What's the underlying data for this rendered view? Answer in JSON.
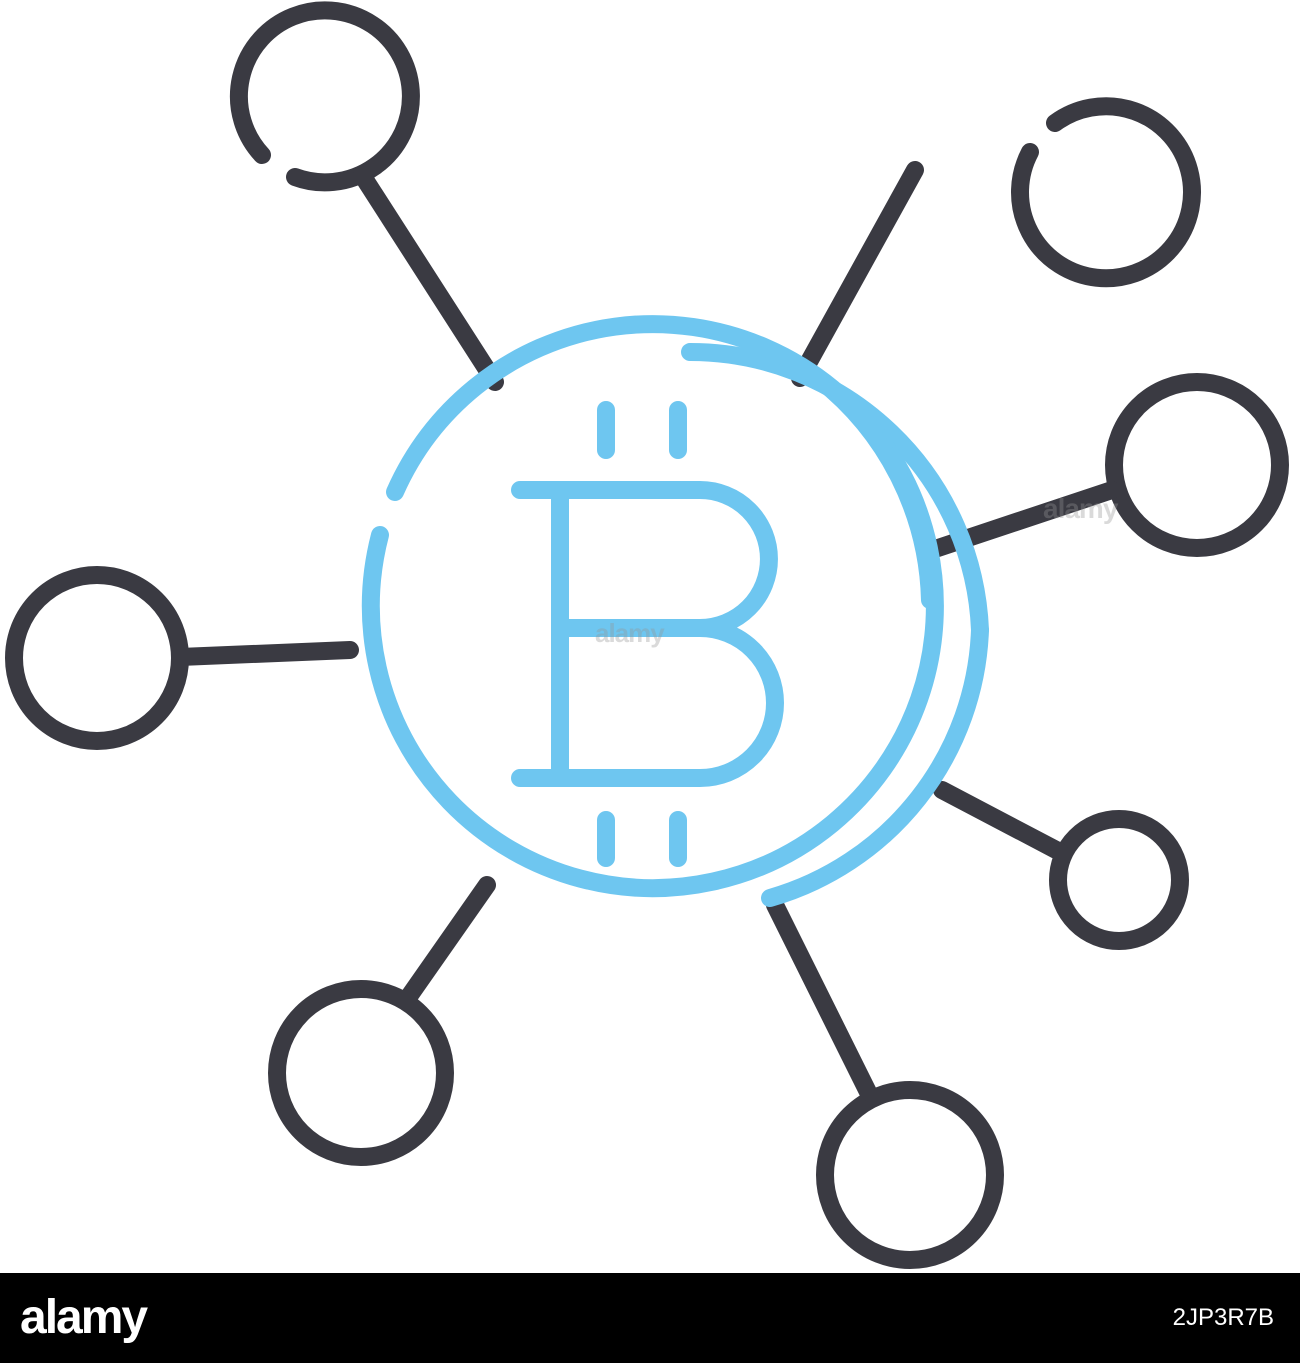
{
  "icon": {
    "name": "bitcoin-network-icon",
    "colors": {
      "node_stroke": "#3a3a42",
      "coin_stroke": "#6ec6f0",
      "background": "#ffffff"
    }
  },
  "watermark": {
    "text": "alamy"
  },
  "footer": {
    "brand": "alamy",
    "image_id": "2JP3R7B",
    "background": "#000000"
  }
}
